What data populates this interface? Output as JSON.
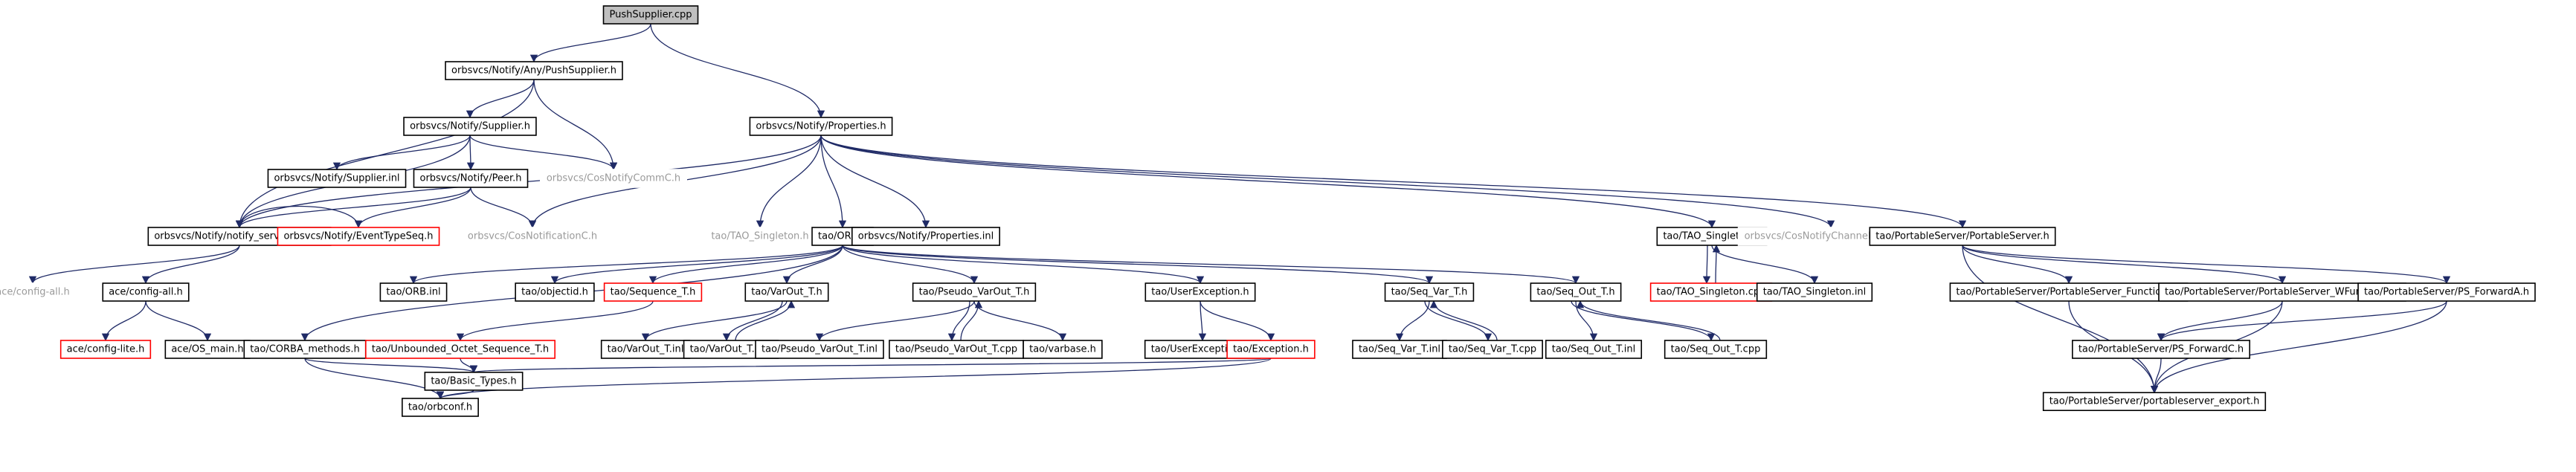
{
  "diagram": {
    "type": "include-dependency-graph",
    "colors": {
      "edge": "#1f2a66",
      "root_fill": "#bfbfbf",
      "missing_border": "#ff0000",
      "ghost_text": "#9a9a9a"
    },
    "nodes": [
      {
        "id": "n0",
        "label": "PushSupplier.cpp",
        "kind": "root"
      },
      {
        "id": "n1",
        "label": "orbsvcs/Notify/Any/PushSupplier.h",
        "kind": "normal"
      },
      {
        "id": "n2",
        "label": "orbsvcs/Notify/Properties.h",
        "kind": "normal"
      },
      {
        "id": "n3",
        "label": "orbsvcs/Notify/Supplier.h",
        "kind": "normal"
      },
      {
        "id": "n4",
        "label": "orbsvcs/Notify/notify_serv_export.h",
        "kind": "normal"
      },
      {
        "id": "n5",
        "label": "orbsvcs/CosNotifyCommC.h",
        "kind": "ghost"
      },
      {
        "id": "n6",
        "label": "orbsvcs/Notify/Supplier.inl",
        "kind": "normal"
      },
      {
        "id": "n7",
        "label": "orbsvcs/Notify/Peer.h",
        "kind": "normal"
      },
      {
        "id": "n8",
        "label": "orbsvcs/Notify/EventTypeSeq.h",
        "kind": "missing"
      },
      {
        "id": "n9",
        "label": "orbsvcs/CosNotificationC.h",
        "kind": "ghost"
      },
      {
        "id": "n10",
        "label": "ace/config-all.h",
        "kind": "ghost"
      },
      {
        "id": "n11",
        "label": "ace/config-all.h",
        "kind": "normal"
      },
      {
        "id": "n12",
        "label": "ace/config-lite.h",
        "kind": "missing"
      },
      {
        "id": "n13",
        "label": "ace/OS_main.h",
        "kind": "normal"
      },
      {
        "id": "n14",
        "label": "tao/TAO_Singleton.h",
        "kind": "ghost"
      },
      {
        "id": "n15",
        "label": "tao/ORB.h",
        "kind": "normal"
      },
      {
        "id": "n16",
        "label": "orbsvcs/Notify/Properties.inl",
        "kind": "normal"
      },
      {
        "id": "n17",
        "label": "tao/TAO_Singleton.h",
        "kind": "normal"
      },
      {
        "id": "n18",
        "label": "orbsvcs/CosNotifyChannelAdminC.h",
        "kind": "ghost"
      },
      {
        "id": "n19",
        "label": "tao/PortableServer/PortableServer.h",
        "kind": "normal"
      },
      {
        "id": "n20",
        "label": "tao/ORB.inl",
        "kind": "normal"
      },
      {
        "id": "n21",
        "label": "tao/objectid.h",
        "kind": "normal"
      },
      {
        "id": "n22",
        "label": "tao/Sequence_T.h",
        "kind": "missing"
      },
      {
        "id": "n23",
        "label": "tao/VarOut_T.h",
        "kind": "normal"
      },
      {
        "id": "n24",
        "label": "tao/Pseudo_VarOut_T.h",
        "kind": "normal"
      },
      {
        "id": "n25",
        "label": "tao/UserException.h",
        "kind": "normal"
      },
      {
        "id": "n26",
        "label": "tao/Seq_Var_T.h",
        "kind": "normal"
      },
      {
        "id": "n27",
        "label": "tao/Seq_Out_T.h",
        "kind": "normal"
      },
      {
        "id": "n28",
        "label": "tao/TAO_Singleton.cpp",
        "kind": "missing"
      },
      {
        "id": "n29",
        "label": "tao/TAO_Singleton.inl",
        "kind": "normal"
      },
      {
        "id": "n30",
        "label": "tao/PortableServer/PortableServer_Functions.h",
        "kind": "normal"
      },
      {
        "id": "n31",
        "label": "tao/PortableServer/PortableServer_WFunctions.h",
        "kind": "normal"
      },
      {
        "id": "n32",
        "label": "tao/PortableServer/PS_ForwardA.h",
        "kind": "normal"
      },
      {
        "id": "n33",
        "label": "tao/CORBA_methods.h",
        "kind": "normal"
      },
      {
        "id": "n34",
        "label": "tao/Unbounded_Octet_Sequence_T.h",
        "kind": "missing"
      },
      {
        "id": "n35",
        "label": "tao/VarOut_T.inl",
        "kind": "normal"
      },
      {
        "id": "n36",
        "label": "tao/VarOut_T.cpp",
        "kind": "normal"
      },
      {
        "id": "n37",
        "label": "tao/Pseudo_VarOut_T.inl",
        "kind": "normal"
      },
      {
        "id": "n38",
        "label": "tao/Pseudo_VarOut_T.cpp",
        "kind": "normal"
      },
      {
        "id": "n39",
        "label": "tao/varbase.h",
        "kind": "normal"
      },
      {
        "id": "n40",
        "label": "tao/UserException.inl",
        "kind": "normal"
      },
      {
        "id": "n41",
        "label": "tao/Exception.h",
        "kind": "missing"
      },
      {
        "id": "n42",
        "label": "tao/Seq_Var_T.inl",
        "kind": "normal"
      },
      {
        "id": "n43",
        "label": "tao/Seq_Var_T.cpp",
        "kind": "normal"
      },
      {
        "id": "n44",
        "label": "tao/Seq_Out_T.inl",
        "kind": "normal"
      },
      {
        "id": "n45",
        "label": "tao/Seq_Out_T.cpp",
        "kind": "normal"
      },
      {
        "id": "n46",
        "label": "tao/PortableServer/PS_ForwardC.h",
        "kind": "normal"
      },
      {
        "id": "n47",
        "label": "tao/Basic_Types.h",
        "kind": "normal"
      },
      {
        "id": "n48",
        "label": "tao/PortableServer/portableserver_export.h",
        "kind": "normal"
      },
      {
        "id": "n49",
        "label": "tao/orbconf.h",
        "kind": "normal"
      }
    ],
    "edges": [
      [
        "n0",
        "n1"
      ],
      [
        "n0",
        "n2"
      ],
      [
        "n1",
        "n3"
      ],
      [
        "n1",
        "n4"
      ],
      [
        "n1",
        "n5"
      ],
      [
        "n3",
        "n6"
      ],
      [
        "n3",
        "n7"
      ],
      [
        "n3",
        "n5"
      ],
      [
        "n3",
        "n4"
      ],
      [
        "n7",
        "n8"
      ],
      [
        "n7",
        "n9"
      ],
      [
        "n7",
        "n4"
      ],
      [
        "n8",
        "n4"
      ],
      [
        "n2",
        "n9"
      ],
      [
        "n2",
        "n14"
      ],
      [
        "n2",
        "n15"
      ],
      [
        "n2",
        "n16"
      ],
      [
        "n2",
        "n17"
      ],
      [
        "n2",
        "n18"
      ],
      [
        "n2",
        "n19"
      ],
      [
        "n2",
        "n4"
      ],
      [
        "n4",
        "n10"
      ],
      [
        "n4",
        "n11"
      ],
      [
        "n11",
        "n12"
      ],
      [
        "n11",
        "n13"
      ],
      [
        "n17",
        "n28"
      ],
      [
        "n17",
        "n29"
      ],
      [
        "n28",
        "n17"
      ],
      [
        "n15",
        "n20"
      ],
      [
        "n15",
        "n21"
      ],
      [
        "n15",
        "n22"
      ],
      [
        "n15",
        "n23"
      ],
      [
        "n15",
        "n24"
      ],
      [
        "n15",
        "n25"
      ],
      [
        "n15",
        "n26"
      ],
      [
        "n15",
        "n27"
      ],
      [
        "n15",
        "n33"
      ],
      [
        "n22",
        "n34"
      ],
      [
        "n23",
        "n35"
      ],
      [
        "n23",
        "n36"
      ],
      [
        "n36",
        "n23"
      ],
      [
        "n24",
        "n37"
      ],
      [
        "n24",
        "n38"
      ],
      [
        "n24",
        "n39"
      ],
      [
        "n38",
        "n24"
      ],
      [
        "n25",
        "n40"
      ],
      [
        "n25",
        "n41"
      ],
      [
        "n26",
        "n42"
      ],
      [
        "n26",
        "n43"
      ],
      [
        "n43",
        "n26"
      ],
      [
        "n27",
        "n44"
      ],
      [
        "n27",
        "n45"
      ],
      [
        "n45",
        "n27"
      ],
      [
        "n19",
        "n30"
      ],
      [
        "n19",
        "n31"
      ],
      [
        "n19",
        "n32"
      ],
      [
        "n19",
        "n48"
      ],
      [
        "n30",
        "n48"
      ],
      [
        "n31",
        "n46"
      ],
      [
        "n31",
        "n48"
      ],
      [
        "n32",
        "n46"
      ],
      [
        "n32",
        "n48"
      ],
      [
        "n46",
        "n48"
      ],
      [
        "n33",
        "n47"
      ],
      [
        "n33",
        "n49"
      ],
      [
        "n34",
        "n47"
      ],
      [
        "n47",
        "n49"
      ],
      [
        "n41",
        "n47"
      ],
      [
        "n41",
        "n49"
      ]
    ]
  }
}
